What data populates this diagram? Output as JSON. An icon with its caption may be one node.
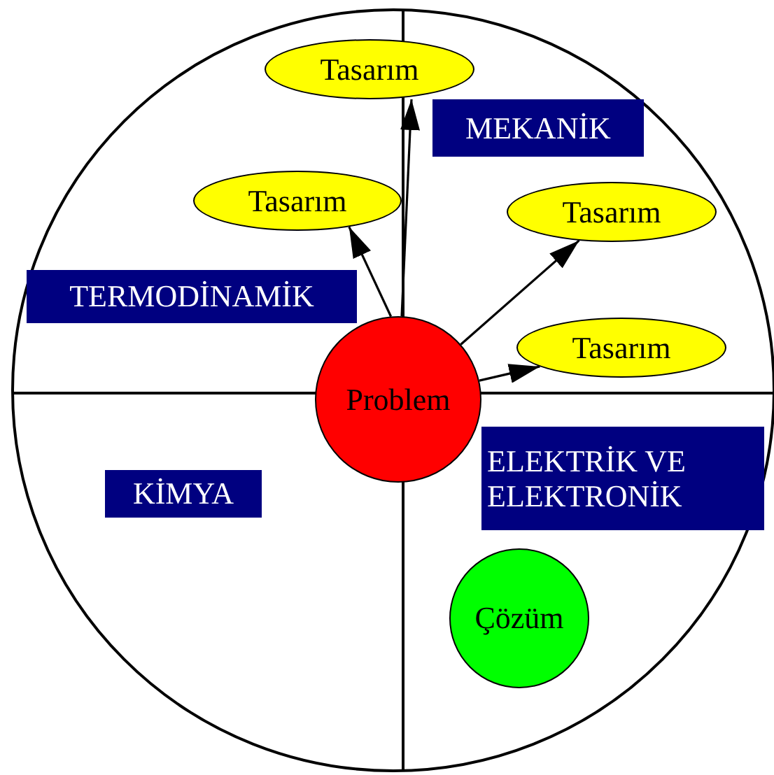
{
  "diagram": {
    "nodes": [
      {
        "text": [
          "Tasarım"
        ]
      },
      {
        "text": [
          "MEKANİK"
        ]
      },
      {
        "text": [
          "Tasarım"
        ]
      },
      {
        "text": [
          "Tasarım"
        ]
      },
      {
        "text": [
          "TERMODİNAMİK"
        ]
      },
      {
        "text": [
          "Tasarım"
        ]
      },
      {
        "text": [
          "Problem"
        ]
      },
      {
        "text": [
          "ELEKTRİK VE ELEKTRONİK"
        ]
      },
      {
        "text": [
          "KİMYA"
        ]
      },
      {
        "text": [
          "Çözüm"
        ]
      }
    ],
    "edges": [
      {
        "from": 6,
        "to": 0,
        "arrow": "to"
      },
      {
        "from": 6,
        "to": 2,
        "arrow": "to"
      },
      {
        "from": 6,
        "to": 3,
        "arrow": "to"
      },
      {
        "from": 6,
        "to": 5,
        "arrow": "to"
      }
    ]
  }
}
